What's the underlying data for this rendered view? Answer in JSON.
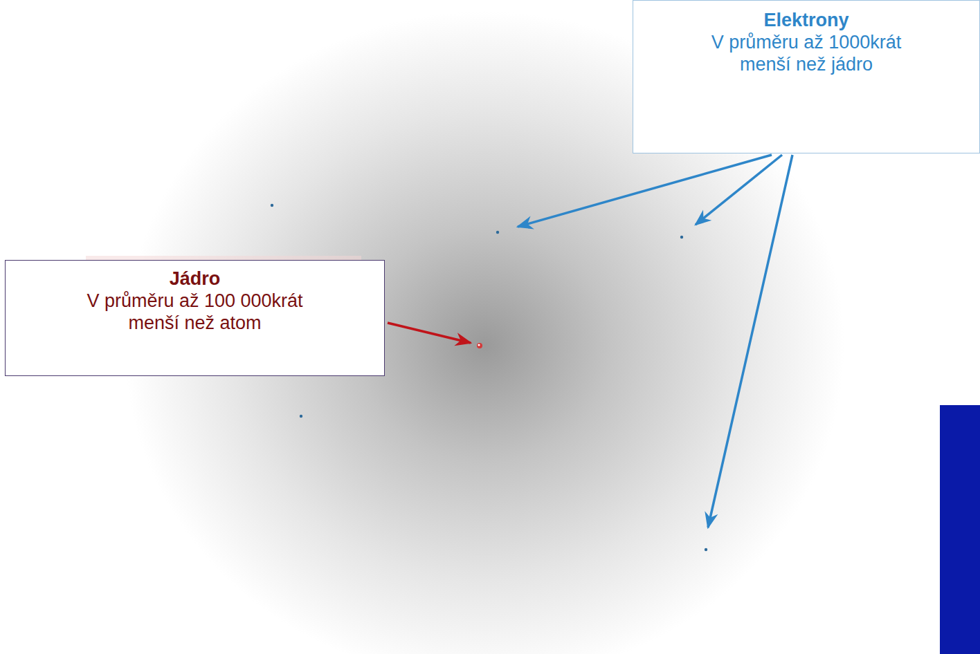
{
  "diagram": {
    "nodes": [
      {
        "text": [
          "Elektrony",
          "V průměru až 1000krát menší než jádro"
        ]
      },
      {
        "text": [
          "Jádro",
          "V průměru až 100 000krát menší než atom"
        ]
      }
    ]
  }
}
